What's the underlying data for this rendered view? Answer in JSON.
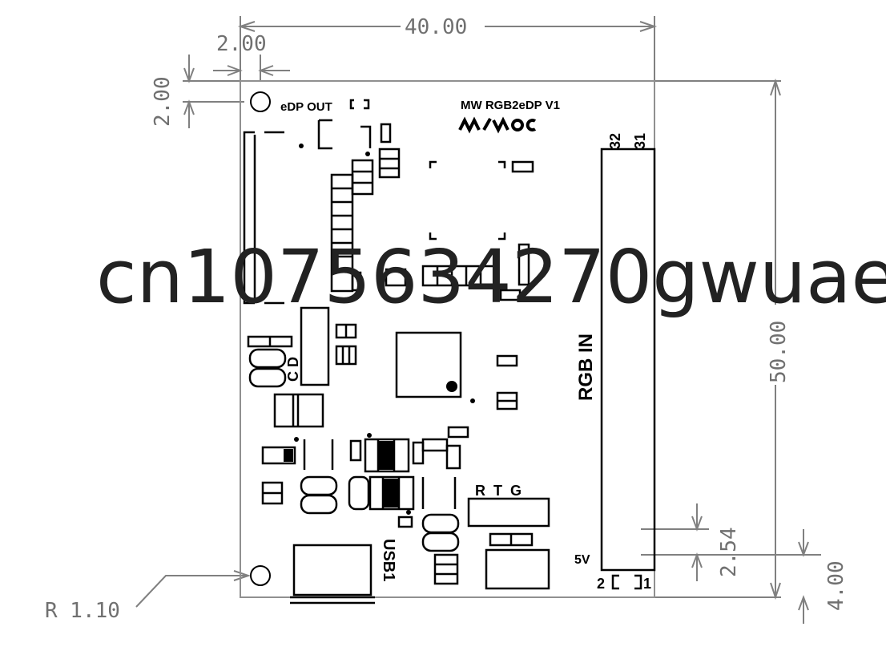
{
  "dimensions": {
    "width": "40.00",
    "offset_x": "2.00",
    "offset_y": "2.00",
    "height": "50.00",
    "pitch": "2.54",
    "bottom_offset": "4.00",
    "hole_radius": "R 1.10"
  },
  "labels": {
    "edp_out": "eDP OUT",
    "title": "MW RGB2eDP V1",
    "rgb_in": "RGB IN",
    "usb": "USB1",
    "rtg": "R  T  G",
    "pin_32": "32",
    "pin_31": "31",
    "pin_2": "2",
    "pin_1": "1",
    "v5": "5V",
    "cd": "C D"
  },
  "watermark": "cn1075634270gwuae",
  "colors": {
    "dimension": "#707070",
    "board": "#000000",
    "watermark": "#222222"
  }
}
